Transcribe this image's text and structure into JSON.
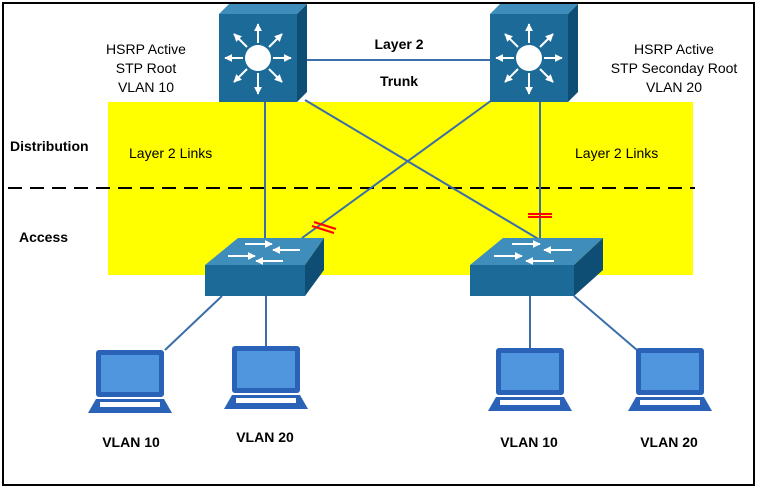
{
  "zones": {
    "distribution_label": "Distribution",
    "access_label": "Access",
    "left_links_label": "Layer 2 Links",
    "right_links_label": "Layer 2 Links"
  },
  "trunk": {
    "line1": "Layer 2",
    "line2": "Trunk"
  },
  "left_switch": {
    "line1": "HSRP Active",
    "line2": "STP Root",
    "line3": "VLAN 10"
  },
  "right_switch": {
    "line1": "HSRP Active",
    "line2": "STP Seconday Root",
    "line3": "VLAN 20"
  },
  "hosts": [
    {
      "label": "VLAN 10"
    },
    {
      "label": "VLAN 20"
    },
    {
      "label": "VLAN 10"
    },
    {
      "label": "VLAN 20"
    }
  ],
  "colors": {
    "zone": "#ffff00",
    "device_front": "#1b6a98",
    "device_side": "#0f4e74",
    "device_top": "#3f8dbb",
    "link": "#3b6ea8",
    "blocked": "#ff0000",
    "laptop": "#2a62b8",
    "laptop_screen": "#4f96de"
  },
  "icons": {
    "multilayer_switch": "multilayer-switch-icon",
    "access_switch": "access-switch-icon",
    "laptop": "laptop-icon"
  }
}
